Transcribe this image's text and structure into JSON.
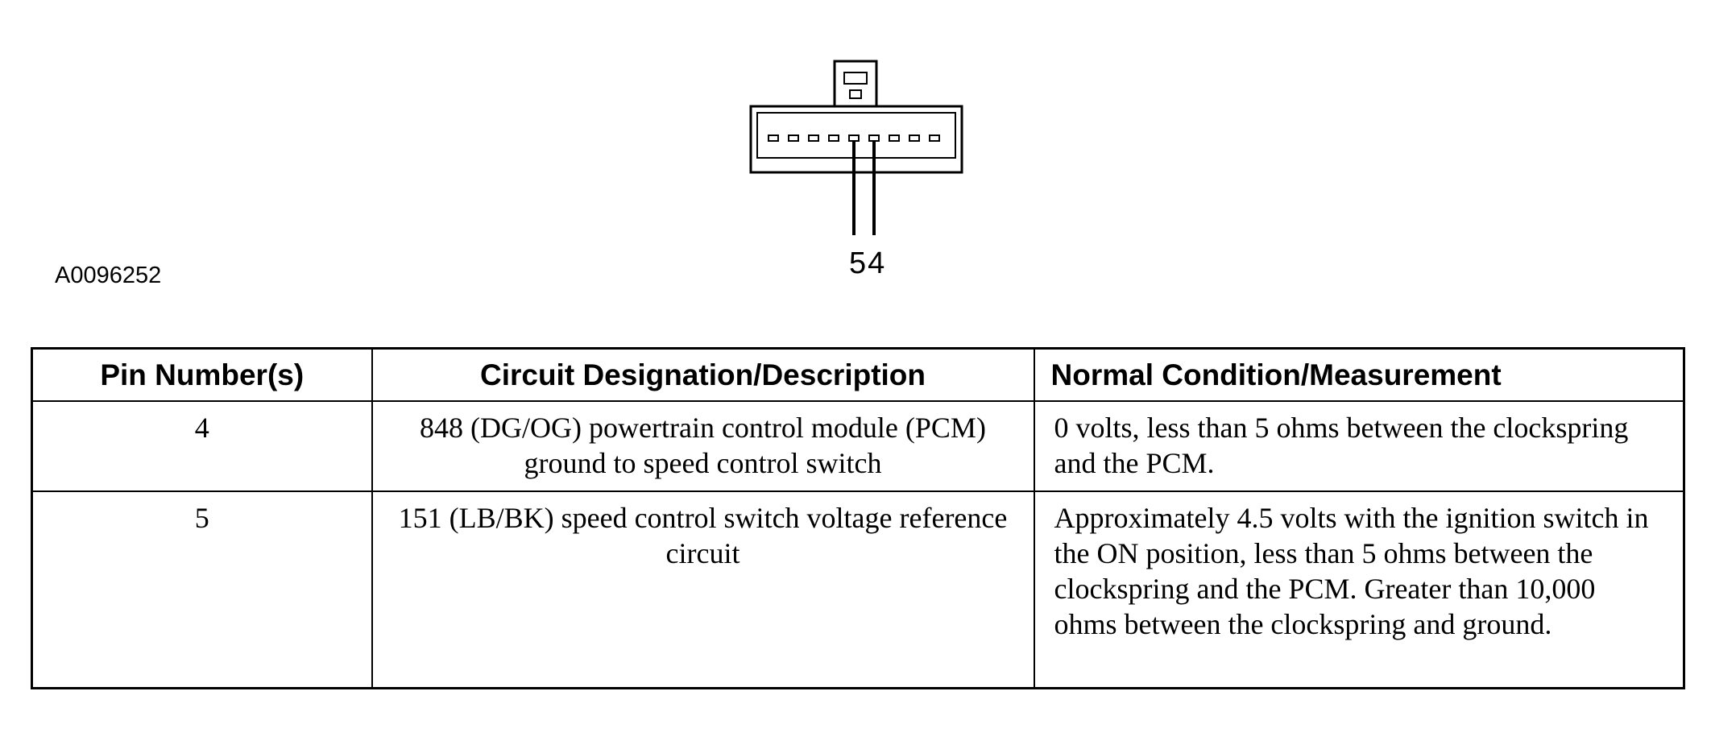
{
  "figure": {
    "id": "A0096252",
    "pin_labels": "54"
  },
  "table": {
    "headers": [
      "Pin Number(s)",
      "Circuit Designation/Description",
      "Normal Condition/Measurement"
    ],
    "rows": [
      {
        "pin": "4",
        "circuit": "848 (DG/OG) powertrain control module (PCM) ground to speed control switch",
        "normal": "0 volts, less than 5 ohms between the clockspring and the PCM."
      },
      {
        "pin": "5",
        "circuit": "151 (LB/BK) speed control switch voltage reference circuit",
        "normal": "Approximately 4.5 volts with the ignition switch in the ON position, less than 5 ohms between the clockspring and the PCM. Greater than 10,000 ohms between the clockspring and ground."
      }
    ]
  }
}
